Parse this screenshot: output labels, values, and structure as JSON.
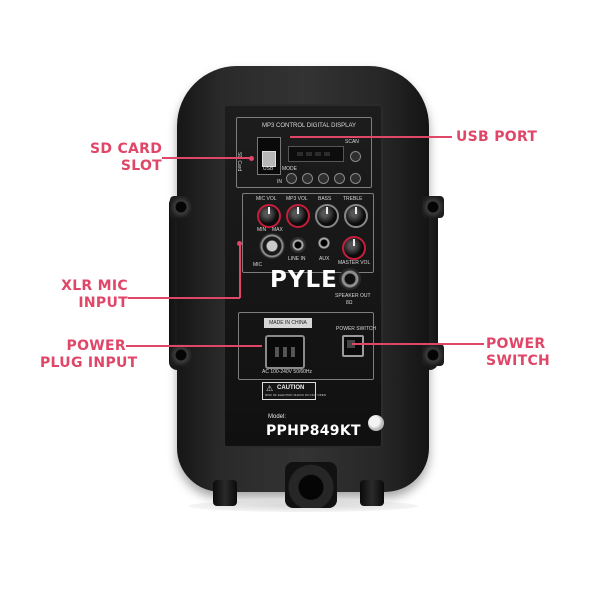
{
  "callouts": {
    "sd_card": [
      "SD CARD",
      "SLOT"
    ],
    "usb_port": [
      "USB PORT"
    ],
    "xlr_mic": [
      "XLR MIC",
      "INPUT"
    ],
    "power_plug": [
      "POWER",
      "PLUG INPUT"
    ],
    "power_switch": [
      "POWER",
      "SWITCH"
    ]
  },
  "panel": {
    "display_title": "MP3 CONTROL DIGITAL DISPLAY",
    "brand": "PYLE",
    "model_label": "Model:",
    "model": "PPHP849KT",
    "usb": "USB",
    "mode": "MODE",
    "scan": "SCAN",
    "in": "IN",
    "sd_card": "SD Card",
    "mic_vol": "MIC VOL",
    "mp3_vol": "MP3 VOL",
    "bass": "BASS",
    "treble": "TREBLE",
    "mic": "MIC",
    "line_in": "LINE IN",
    "aux": "AUX",
    "master_vol": "MASTER VOL",
    "min": "MIN",
    "max": "MAX",
    "speaker_out": "SPEAKER OUT",
    "ohms": "8Ω",
    "power_switch": "POWER SWITCH",
    "made_in": "MADE IN CHINA",
    "voltage": "AC 100-240V  50/60Hz",
    "caution": "CAUTION",
    "caution_note": "RISK OF ELECTRIC SHOCK DO NOT OPEN"
  },
  "colors": {
    "callout": "#e04668",
    "leader_line": "#e04668",
    "cabinet": "#2a2a2a",
    "knob_ring": "#c41e3a"
  },
  "icons": {
    "caution": "warning-triangle-icon"
  }
}
